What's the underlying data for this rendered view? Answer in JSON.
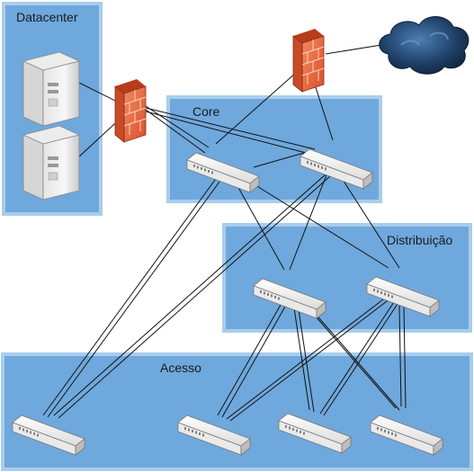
{
  "zones": {
    "datacenter": {
      "label": "Datacenter"
    },
    "core": {
      "label": "Core"
    },
    "distribution": {
      "label": "Distribuição"
    },
    "access": {
      "label": "Acesso"
    }
  },
  "colors": {
    "zone_fill": "#6fa8dc",
    "zone_border": "#9fc5e8",
    "firewall": "#e8623a",
    "cloud": "#1f3f66",
    "device": "#f2f2f2"
  },
  "icons": [
    "server-icon",
    "firewall-icon",
    "switch-icon",
    "cloud-icon"
  ]
}
